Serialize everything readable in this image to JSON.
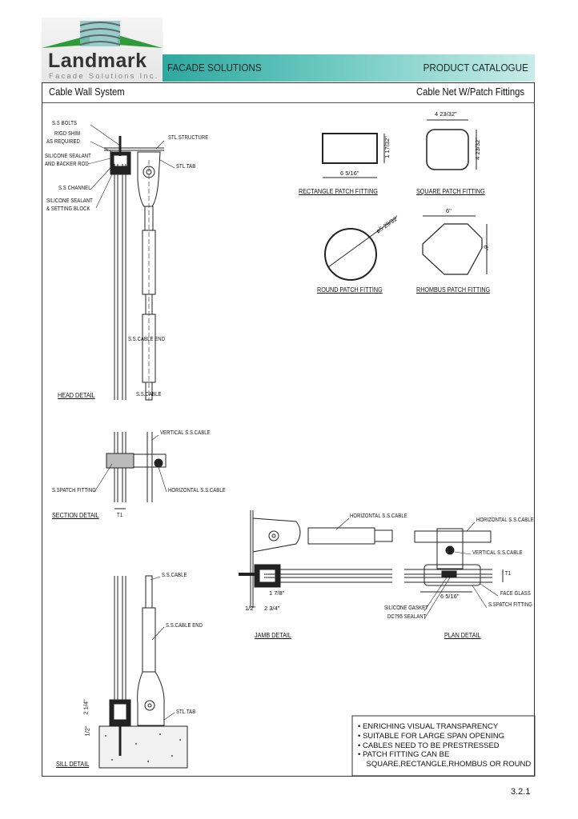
{
  "header": {
    "logo_text": "Landmark",
    "logo_subtext": "Facade Solutions Inc.",
    "band_left": "FACADE SOLUTIONS",
    "band_right": "PRODUCT  CATALOGUE",
    "band_color": "#2ea89f"
  },
  "subheader": {
    "left": "Cable Wall System",
    "right": "Cable Net W/Patch Fittings"
  },
  "head_detail": {
    "title": "HEAD DETAIL",
    "labels": [
      "S.S BOLTS",
      "RIGD SHIM",
      "AS REQUIRED",
      "STL.STRUCTURE",
      "SILICONE SEALANT",
      "AND BACKER ROD",
      "STL.TAB",
      "S.S CHANNEL",
      "SILICONE SEALANT",
      "& SETTING BLOCK",
      "S.S.CABLE  END",
      "S.S.CABLE"
    ]
  },
  "section_detail": {
    "title": "SECTION DETAIL",
    "labels": [
      "VERTICAL  S.S.CABLE",
      "S.SPATCH  FITTING",
      "HORIZONTAL  S.S.CABLE",
      "T1"
    ]
  },
  "patch_fittings": {
    "rectangle": {
      "title": "RECTANGLE PATCH FITTING",
      "width": "6 5/16\"",
      "height": "1 17/32\""
    },
    "square": {
      "title": "SQUARE  PATCH FITTING",
      "width": "4 23/32\"",
      "height": "4 23/32\""
    },
    "round": {
      "title": "ROUND PATCH FITTING",
      "diameter": "ø5 29/32\""
    },
    "rhombus": {
      "title": "RHOMBUS  PATCH FITTING",
      "width": "6\"",
      "height": "6\""
    }
  },
  "jamb_detail": {
    "title": "JAMB DETAIL",
    "labels": [
      "HORIZONTAL  S.S.CABLE",
      "1 7/8\"",
      "1/2\"",
      "2 3/4\""
    ]
  },
  "plan_detail": {
    "title": "PLAN  DETAIL",
    "labels": [
      "HORIZONTAL  S.S.CABLE",
      "VERTICAL  S.S.CABLE",
      "T1",
      "6 5/16\"",
      "FACE  GLASS",
      "S.SPATCH  FITTING",
      "SILICONE  GASKET",
      "DC795  SEALANT"
    ]
  },
  "sill_detail": {
    "title": "SILL DETAIL",
    "labels": [
      "S.S.CABLE",
      "S.S.CABLE  END",
      "STL.TAB",
      "2 1/4\"",
      "1/2\""
    ]
  },
  "features": [
    "• ENRICHING VISUAL TRANSPARENCY",
    "• SUITABLE FOR LARGE SPAN OPENING",
    "•  CABLES NEED TO BE PRESTRESSED",
    "•  PATCH FITTING CAN BE",
    "    SQUARE,RECTANGLE,RHOMBUS OR ROUND"
  ],
  "page_number": "3.2.1"
}
